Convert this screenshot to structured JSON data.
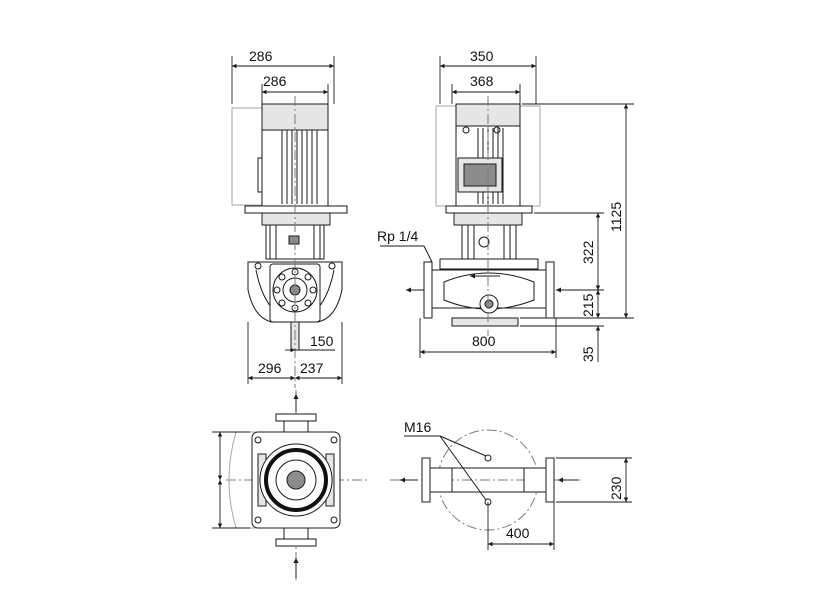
{
  "dimensions": {
    "side_top_outer": "286",
    "side_top_inner": "286",
    "side_offset": "150",
    "side_left_base": "296",
    "side_right_base": "237",
    "front_top_outer": "350",
    "front_top_inner": "368",
    "front_total_height": "1125",
    "front_motor_height": "322",
    "front_flange_height": "215",
    "front_base_height": "35",
    "front_length": "800",
    "plan_flange_width": "230",
    "plan_bolt_spacing": "400"
  },
  "labels": {
    "vent_connection": "Rp 1/4",
    "bolt_size": "M16"
  }
}
